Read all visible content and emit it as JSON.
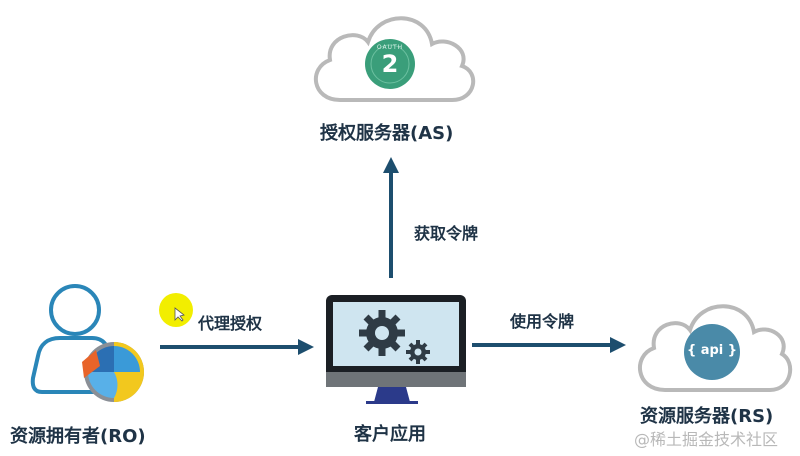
{
  "nodes": {
    "auth_server": {
      "label": "授权服务器(AS)",
      "badge_top": "OAUTH",
      "badge_number": "2"
    },
    "resource_owner": {
      "label": "资源拥有者(RO)"
    },
    "client": {
      "label": "客户应用"
    },
    "resource_server": {
      "label": "资源服务器(RS)",
      "badge": "{ api }"
    }
  },
  "edges": {
    "get_token": "获取令牌",
    "delegate_auth": "代理授权",
    "use_token": "使用令牌"
  },
  "watermark": "@稀土掘金技术社区",
  "colors": {
    "arrow": "#1d4e6e",
    "oauth_green": "#3a9e7a",
    "api_blue": "#4a8aa8",
    "person": "#2a86b8",
    "cloud": "#b9b9b9",
    "cursor": "#f2ee00"
  }
}
